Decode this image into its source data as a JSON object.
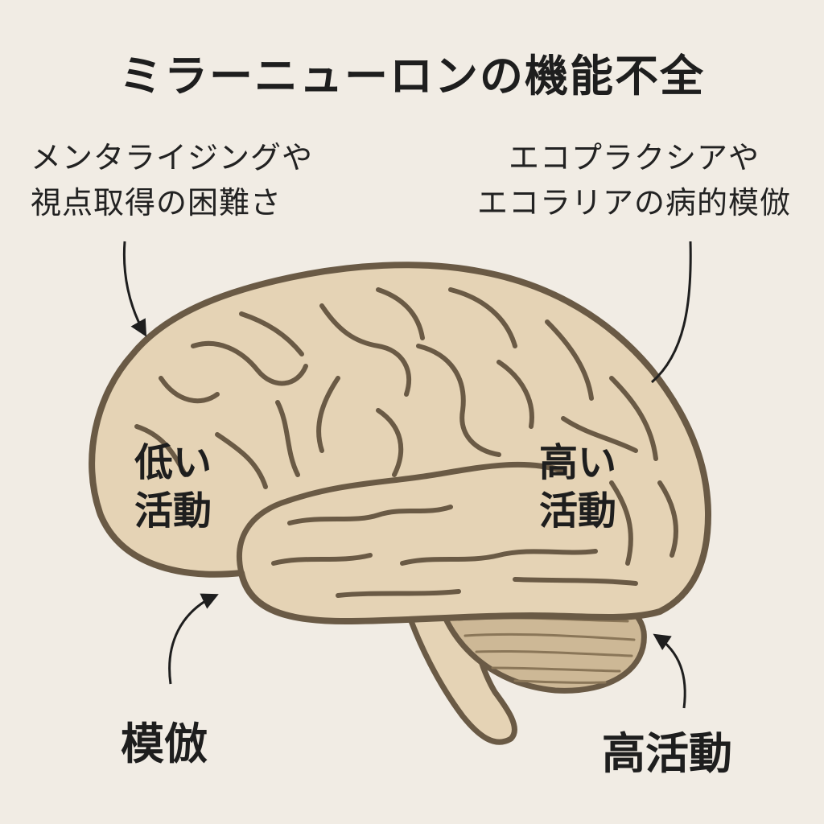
{
  "title": "ミラーニューロンの機能不全",
  "annotations": {
    "left_line1": "メンタライジングや",
    "left_line2": "視点取得の困難さ",
    "right_line1": "エコプラクシアや",
    "right_line2": "エコラリアの病的模倣"
  },
  "regions": {
    "low_line1": "低い",
    "low_line2": "活動",
    "high_line1": "高い",
    "high_line2": "活動"
  },
  "bottom_labels": {
    "imitation": "模倣",
    "high_activity": "高活動"
  },
  "colors": {
    "background": "#f1ece4",
    "brain_fill": "#e5d3b5",
    "brain_outline": "#6a5a45",
    "cerebellum_fill": "#cdb896",
    "text": "#1e1e1e"
  }
}
